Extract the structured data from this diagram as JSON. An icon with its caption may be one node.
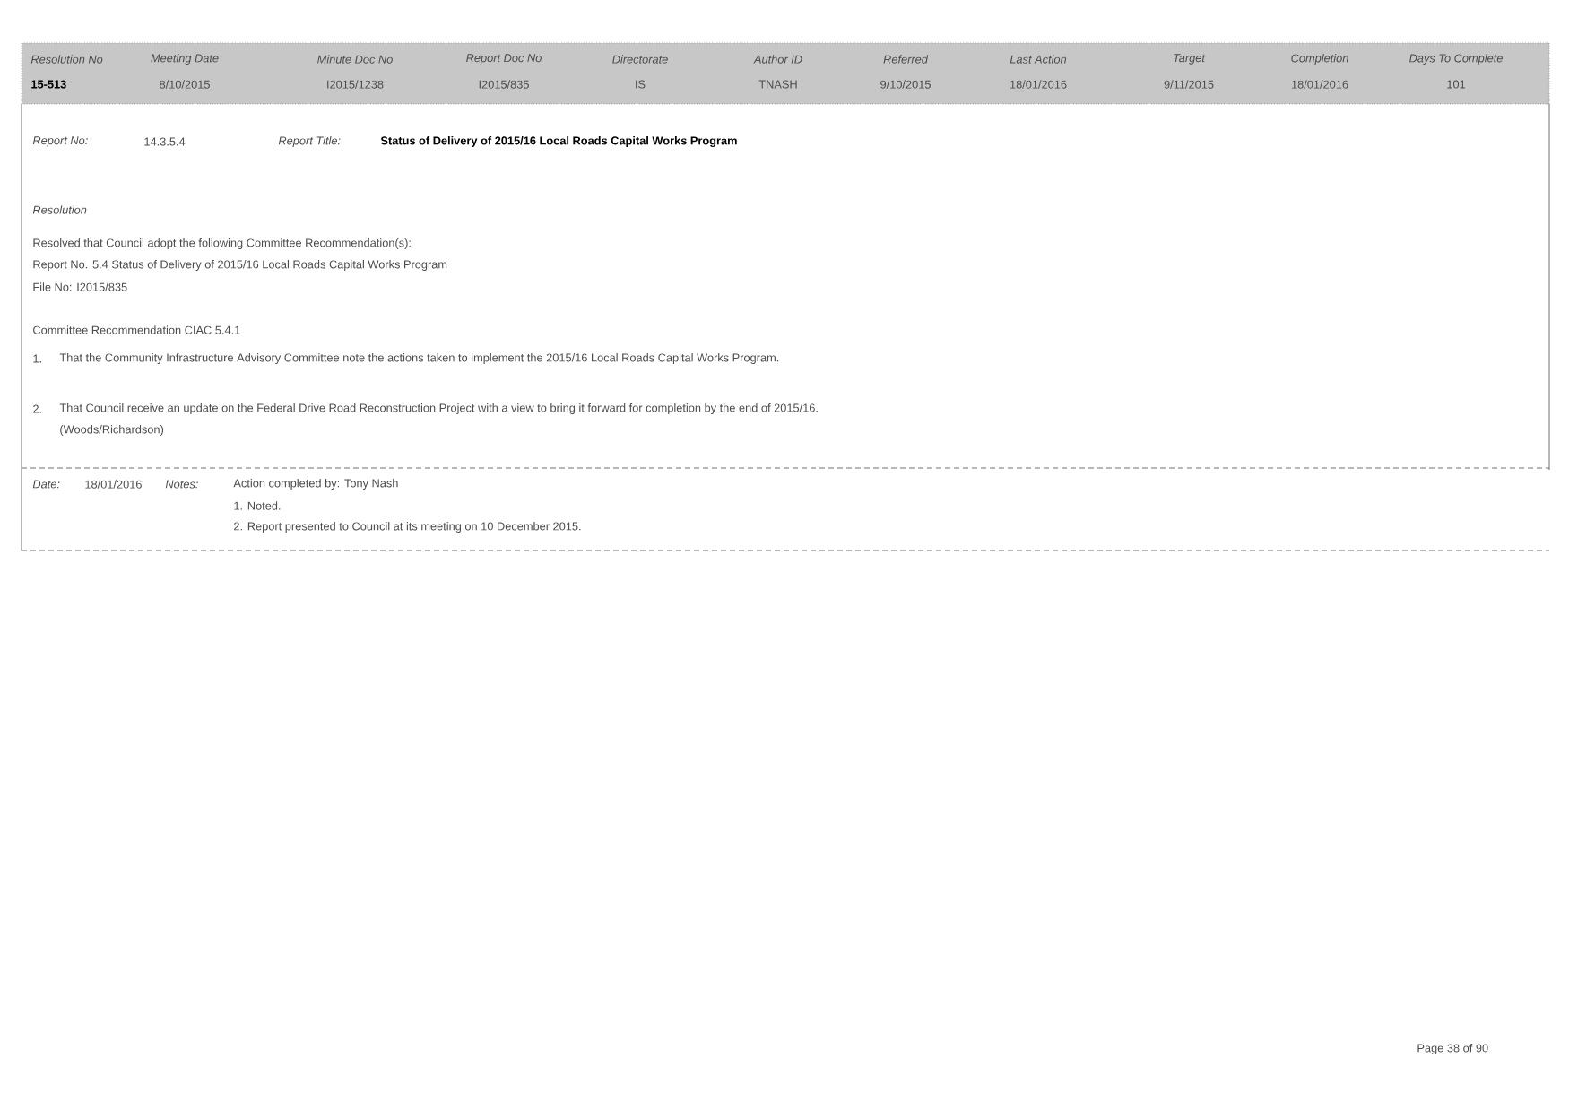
{
  "diagram": {
    "labels": [
      "Resolution No",
      "Meeting Date",
      "Minute Doc No",
      "Report Doc No",
      "Directorate",
      "Author ID",
      "Referred",
      "Last Action",
      "Target",
      "Completion",
      "Days To Complete",
      "15-513",
      "8/10/2015",
      "I2015/1238",
      "I2015/835",
      "IS",
      "TNASH",
      "9/10/2015",
      "18/01/2016",
      "9/11/2015",
      "18/01/2016",
      "101",
      "Report No:",
      "14.3.5.4",
      "Report Title:",
      "Status of Delivery of 2015/16 Local Roads Capital Works Program",
      "Resolution",
      "Resolved that Council adopt the following Committee Recommendation(s):",
      "Report No. 5.4   Status of Delivery of 2015/16 Local Roads Capital Works Program",
      "File No: I2015/835",
      "Committee Recommendation CIAC 5.4.1",
      "1.",
      "That the Community Infrastructure Advisory Committee note the actions taken to implement the 2015/16 Local Roads Capital Works Program.",
      "2.",
      "That Council receive an update on the Federal Drive Road Reconstruction Project with a view to bring it forward for completion by the end of 2015/16.",
      "(Woods/Richardson)",
      "Date:",
      "18/01/2016",
      "Notes:",
      "Action completed by: Tony Nash",
      "1. Noted.",
      "2. Report presented to Council at its meeting on 10 December 2015.",
      "Page 38 of 90"
    ]
  }
}
